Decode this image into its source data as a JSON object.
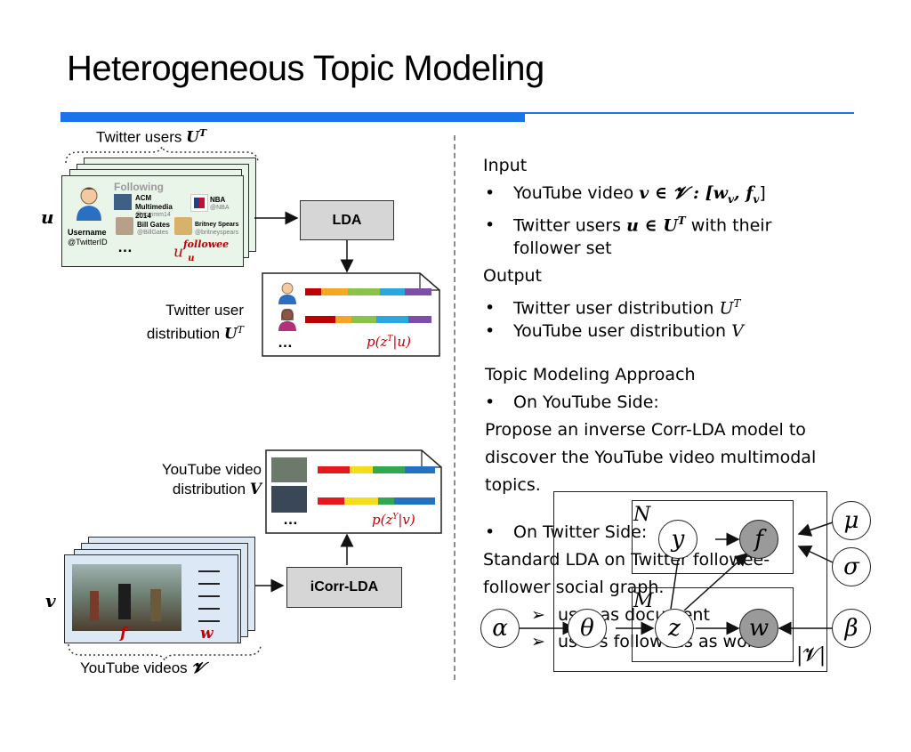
{
  "slide": {
    "title": "Heterogeneous Topic Modeling"
  },
  "left": {
    "twitter_users_label": "Twitter users ",
    "twitter_users_symbol": "U",
    "twitter_users_sup": "T",
    "u_symbol": "u",
    "card": {
      "following": "Following",
      "acm": "ACM Multimedia 2014",
      "acm_handle": "@acmmm14",
      "nba": "NBA",
      "nba_handle": "@NBA",
      "username": "Username",
      "twitter_id": "@TwitterID",
      "bill": "Bill Gates",
      "bill_handle": "@BillGates",
      "britney": "Britney Spears",
      "britney_handle": "@britneyspears",
      "ellipsis": "…",
      "followee_base": "u",
      "followee_sub": "u",
      "followee_sup": "followee"
    },
    "lda_label": "LDA",
    "twitter_dist_line1": "Twitter user",
    "twitter_dist_line2": "distribution ",
    "twitter_dist_symbol": "U",
    "twitter_dist_sup": "T",
    "twitter_prob": "p(z",
    "twitter_prob_sup": "T",
    "twitter_prob_end": "|u)",
    "ellipsis": "…",
    "youtube_dist_line1": "YouTube video",
    "youtube_dist_line2": "distribution ",
    "youtube_dist_symbol": "V",
    "youtube_prob": "p(z",
    "youtube_prob_sup": "Y",
    "youtube_prob_end": "|v)",
    "icorr_label": "iCorr-LDA",
    "v_symbol": "v",
    "f_symbol": "f",
    "w_symbol": "w",
    "youtube_videos_label": "YouTube videos ",
    "youtube_videos_symbol": "𝓥"
  },
  "right": {
    "input_heading": "Input",
    "bullet1": "YouTube video ",
    "bullet1_math": "v ∈ 𝓥 : [w",
    "bullet1_math_sub1": "v",
    "bullet1_math_mid": ", f",
    "bullet1_math_sub2": "v",
    "bullet1_math_end": "]",
    "bullet2": "Twitter users ",
    "bullet2_math": "u ∈ U",
    "bullet2_math_sup": "T",
    "bullet2_rest": " with their",
    "bullet2_line2": "follower set",
    "output_heading": "Output",
    "out1": "Twitter user distribution ",
    "out1_math": "U",
    "out1_sup": "T",
    "out2": "YouTube user distribution ",
    "out2_math": "V",
    "approach_heading": "Topic Modeling Approach",
    "yt_side": "On YouTube Side:",
    "yt_desc1": "Propose an inverse Corr-LDA model to",
    "yt_desc2": "discover the YouTube video multimodal",
    "yt_desc3": "topics.",
    "tw_side": "On Twitter Side:",
    "tw_desc1": "Standard LDA on Twitter followee-",
    "tw_desc2": "follower social graph.",
    "sub1": "user as document",
    "sub2": "user's followees as word"
  },
  "pgm": {
    "N": "N",
    "M": "M",
    "V": "|𝓥|",
    "y": "y",
    "f": "f",
    "mu": "μ",
    "sigma": "σ",
    "alpha": "α",
    "theta": "θ",
    "z": "z",
    "w": "w",
    "beta": "β"
  },
  "colors": {
    "accent_blue": "#1a73e8",
    "red_math": "#c00000",
    "twitter_card": "#eaf5ea",
    "youtube_card": "#dde8f7",
    "box_gray": "#d6d6d6",
    "shaded_node": "#9a9a9a"
  },
  "icons": [
    "user-avatar-icon",
    "nba-logo-icon",
    "bill-gates-photo",
    "britney-photo",
    "video-thumbnail",
    "female-user-icon",
    "male-user-icon"
  ]
}
